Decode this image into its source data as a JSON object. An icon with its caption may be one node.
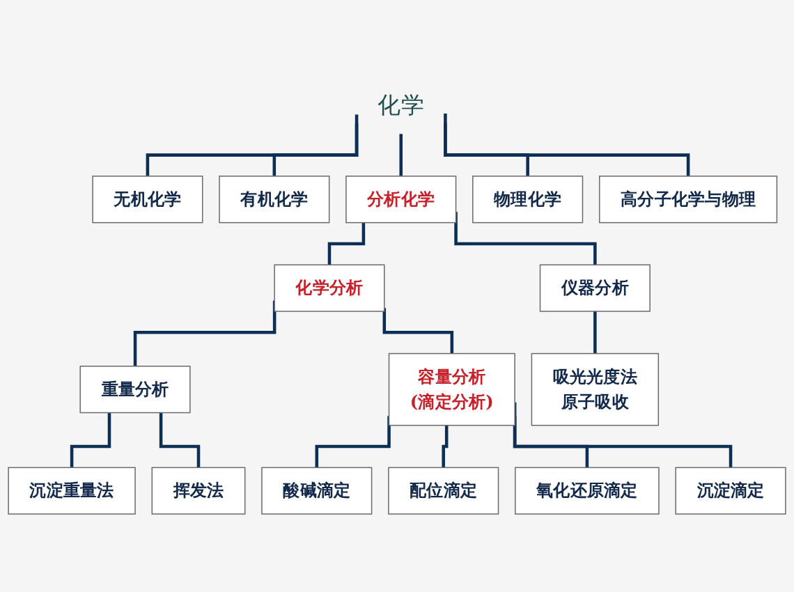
{
  "diagram": {
    "nodes": [
      {
        "text": [
          "化学"
        ]
      },
      {
        "text": [
          "无机化学"
        ]
      },
      {
        "text": [
          "有机化学"
        ]
      },
      {
        "text": [
          "分析化学"
        ]
      },
      {
        "text": [
          "物理化学"
        ]
      },
      {
        "text": [
          "高分子化学与物理"
        ]
      },
      {
        "text": [
          "化学分析"
        ]
      },
      {
        "text": [
          "仪器分析"
        ]
      },
      {
        "text": [
          "重量分析"
        ]
      },
      {
        "text": [
          "容量分析",
          "(滴定分析)"
        ]
      },
      {
        "text": [
          "吸光光度法",
          "原子吸收"
        ]
      },
      {
        "text": [
          "沉淀重量法"
        ]
      },
      {
        "text": [
          "挥发法"
        ]
      },
      {
        "text": [
          "酸碱滴定"
        ]
      },
      {
        "text": [
          "配位滴定"
        ]
      },
      {
        "text": [
          "氧化还原滴定"
        ]
      },
      {
        "text": [
          "沉淀滴定"
        ]
      }
    ],
    "edges": [
      {
        "from": 0,
        "to": 1,
        "arrow": "none"
      },
      {
        "from": 0,
        "to": 2,
        "arrow": "none"
      },
      {
        "from": 0,
        "to": 3,
        "arrow": "none"
      },
      {
        "from": 0,
        "to": 4,
        "arrow": "none"
      },
      {
        "from": 0,
        "to": 5,
        "arrow": "none"
      },
      {
        "from": 3,
        "to": 6,
        "arrow": "none"
      },
      {
        "from": 3,
        "to": 7,
        "arrow": "none"
      },
      {
        "from": 6,
        "to": 8,
        "arrow": "none"
      },
      {
        "from": 6,
        "to": 9,
        "arrow": "none"
      },
      {
        "from": 7,
        "to": 10,
        "arrow": "none"
      },
      {
        "from": 8,
        "to": 11,
        "arrow": "none"
      },
      {
        "from": 8,
        "to": 12,
        "arrow": "none"
      },
      {
        "from": 9,
        "to": 13,
        "arrow": "none"
      },
      {
        "from": 9,
        "to": 14,
        "arrow": "none"
      },
      {
        "from": 9,
        "to": 15,
        "arrow": "none"
      },
      {
        "from": 9,
        "to": 16,
        "arrow": "none"
      }
    ]
  }
}
